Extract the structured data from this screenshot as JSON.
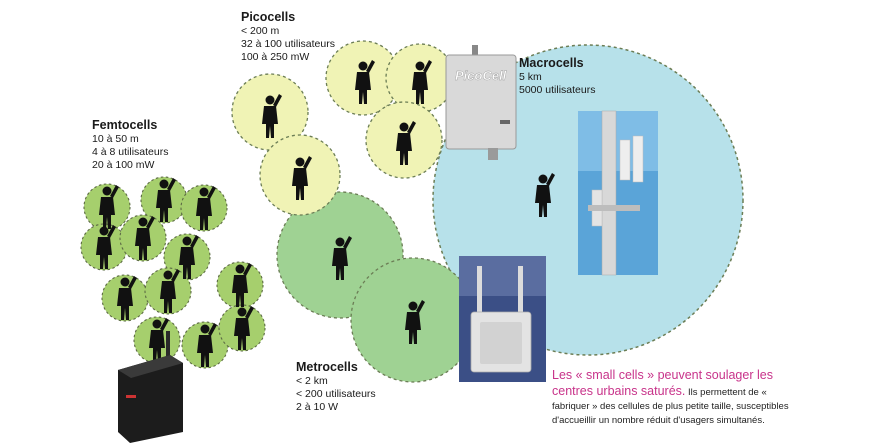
{
  "colors": {
    "macro_fill": "#b7e1ea",
    "pico_fill": "#f0f3b5",
    "metro_fill": "#9fd293",
    "femto_fill": "#a6cf6d",
    "circle_stroke": "#6b7d55",
    "person": "#111111",
    "caption_highlight": "#c8338a"
  },
  "picocells": {
    "title": "Picocells",
    "lines": [
      "< 200 m",
      "32 à 100 utilisateurs",
      "100 à 250 mW"
    ]
  },
  "macrocells": {
    "title": "Macrocells",
    "lines": [
      "5 km",
      "5000 utilisateurs"
    ]
  },
  "femtocells": {
    "title": "Femtocells",
    "lines": [
      "10 à 50 m",
      "4 à 8 utilisateurs",
      "20 à 100 mW"
    ]
  },
  "metrocells": {
    "title": "Metrocells",
    "lines": [
      "< 2 km",
      "< 200 utilisateurs",
      "2 à 10 W"
    ]
  },
  "device_picocell": {
    "brand": "PicoCell"
  },
  "caption": {
    "highlight": "Les « small cells » peuvent soulager les centres urbains saturés.",
    "body": "Ils permettent de « fabriquer » des cellules de plus petite taille, susceptibles d'accueillir un nombre réduit d'usagers simultanés."
  },
  "icons": {
    "person": "person-silhouette-icon",
    "tower": "cell-tower-icon",
    "femto_box": "femtocell-box-icon",
    "metro_box": "metrocell-box-icon",
    "pico_box": "picocell-box-icon"
  }
}
